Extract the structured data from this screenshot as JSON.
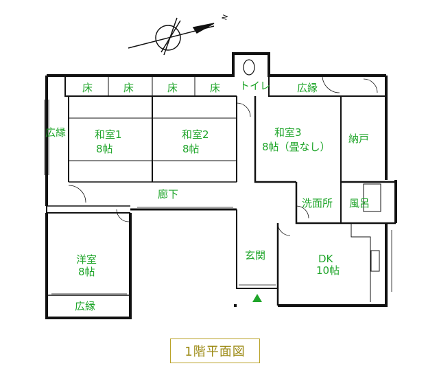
{
  "plan": {
    "title": "1階平面図",
    "compass_label": "N",
    "rooms": {
      "toko": "床",
      "toilet": "トイレ",
      "hiroen": "広縁",
      "washitsu1_name": "和室1",
      "washitsu1_size": "8帖",
      "washitsu2_name": "和室2",
      "washitsu2_size": "8帖",
      "washitsu3_name": "和室3",
      "washitsu3_size": "8帖（畳なし）",
      "nando": "納戸",
      "rouka": "廊下",
      "senmenjo": "洗面所",
      "furo": "風呂",
      "genkan": "玄関",
      "yoshitsu_name": "洋室",
      "yoshitsu_size": "8帖",
      "dk_name": "DK",
      "dk_size": "10帖"
    }
  },
  "colors": {
    "label": "#1fa52a",
    "title": "#9c8a14",
    "entrance_marker": "#1fa52a"
  }
}
